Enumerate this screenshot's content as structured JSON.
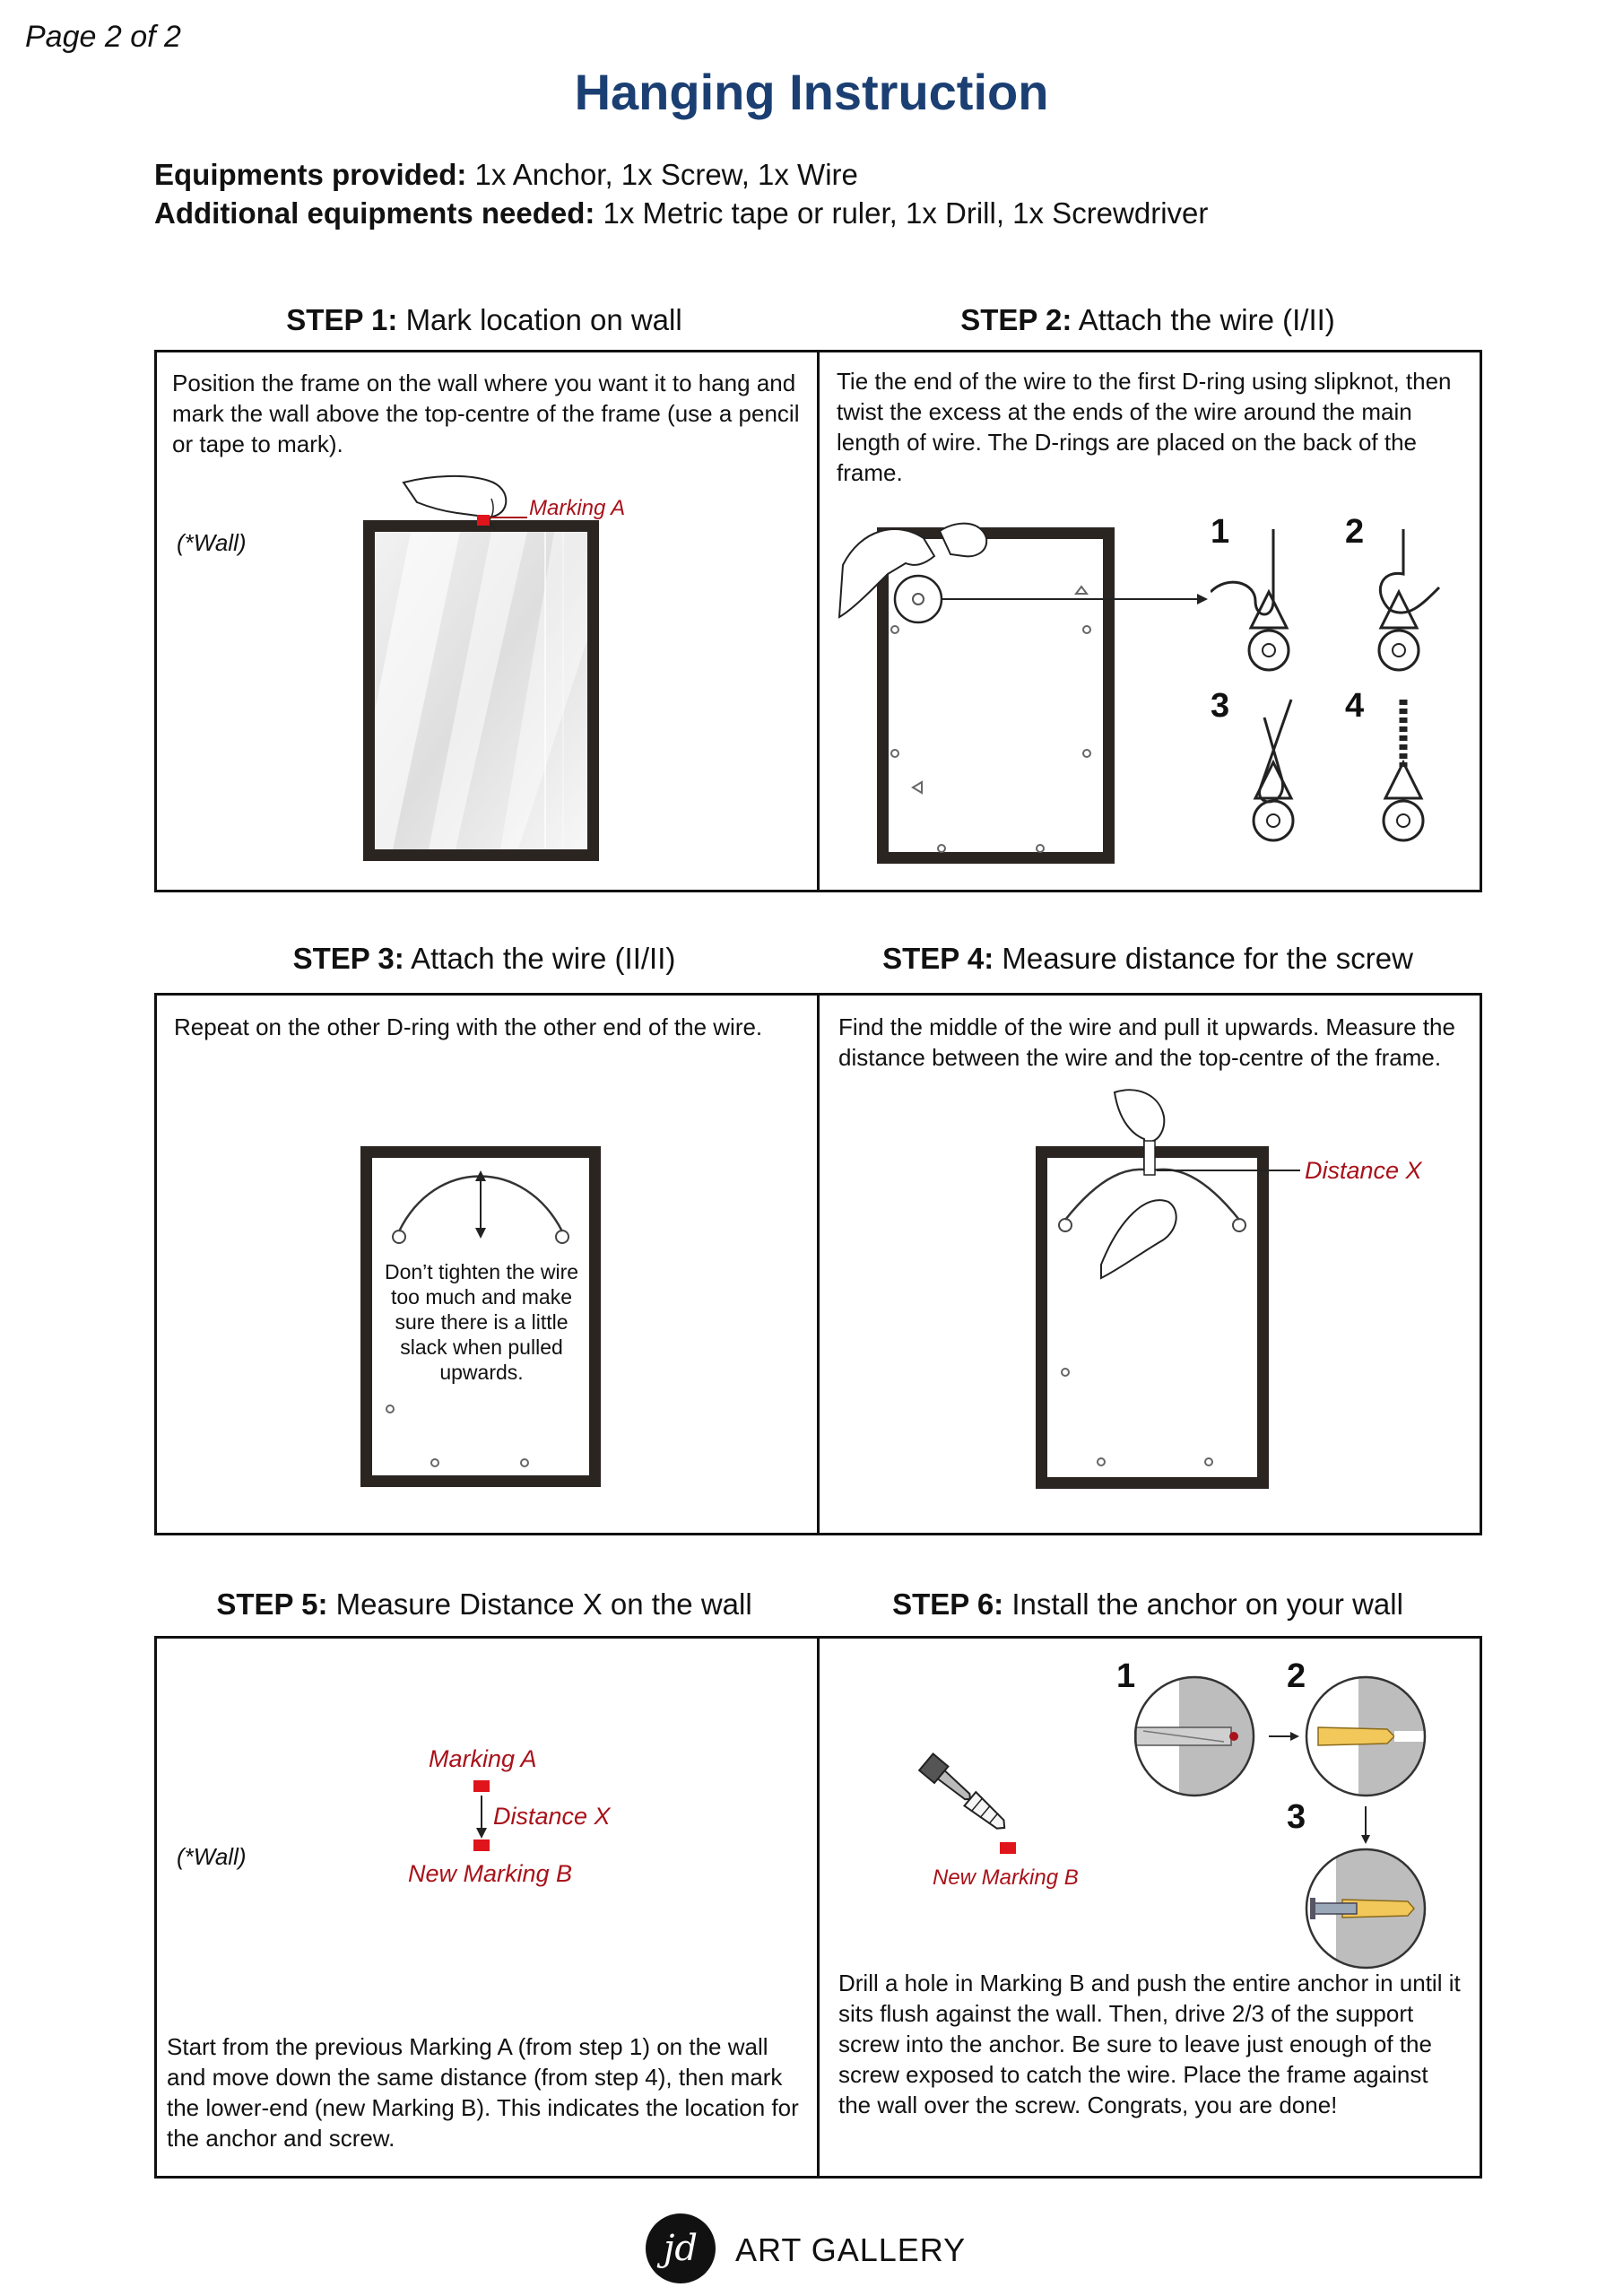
{
  "header": {
    "page_label": "Page 2 of 2",
    "title": "Hanging Instruction"
  },
  "equipment": {
    "provided_label": "Equipments provided:",
    "provided_items": "1x Anchor, 1x Screw, 1x Wire",
    "needed_label": "Additional equipments needed:",
    "needed_items": "1x Metric tape or ruler, 1x Drill, 1x Screwdriver"
  },
  "steps": [
    {
      "label": "STEP 1:",
      "title": "Mark location on wall",
      "text": "Position the frame on the wall where you want it to hang and mark the wall above the top-centre of the frame (use a pencil or tape to mark).",
      "wall_label": "(*Wall)",
      "marking_label": "Marking A"
    },
    {
      "label": "STEP 2:",
      "title": "Attach the wire (I/II)",
      "text": "Tie the end of the wire to the first D-ring using slipknot, then twist the excess at the ends of the wire around the main length of wire. The D-rings are placed on the back of the frame.",
      "sub_numbers": [
        "1",
        "2",
        "3",
        "4"
      ]
    },
    {
      "label": "STEP 3:",
      "title": "Attach the wire (II/II)",
      "text": "Repeat on the other D-ring with the other end of the wire.",
      "note": "Don’t tighten the wire too much and make sure there is a little slack when pulled upwards."
    },
    {
      "label": "STEP 4:",
      "title": "Measure distance for the screw",
      "text": "Find the middle of the wire and pull it upwards. Measure the distance between the wire and the top-centre of the frame.",
      "distance_label": "Distance X"
    },
    {
      "label": "STEP 5:",
      "title": "Measure Distance X on the wall",
      "wall_label": "(*Wall)",
      "marking_a": "Marking A",
      "distance_label": "Distance X",
      "marking_b": "New Marking B",
      "text": "Start from the previous Marking A (from step 1) on the wall and move down the same distance (from step 4), then mark the lower-end (new Marking B). This indicates the location for the anchor and screw."
    },
    {
      "label": "STEP 6:",
      "title": "Install the anchor on your wall",
      "marking_b": "New Marking B",
      "sub_numbers": [
        "1",
        "2",
        "3"
      ],
      "text": "Drill a hole in Marking B and push the entire anchor in until it sits flush against the wall. Then, drive 2/3 of the support screw into the anchor. Be sure to leave just enough of the screw exposed to catch the wire. Place the frame against the wall over the screw. Congrats, you are done!"
    }
  ],
  "footer": {
    "logo_text": "jd",
    "brand": "ART GALLERY"
  }
}
